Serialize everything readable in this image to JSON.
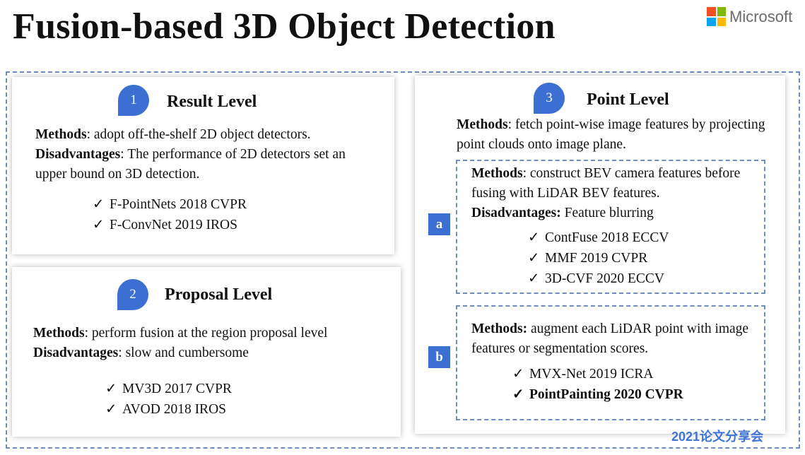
{
  "title": "Fusion-based 3D Object Detection",
  "logo": {
    "text": "Microsoft",
    "colors": [
      "#f25022",
      "#7fba00",
      "#00a4ef",
      "#ffb900"
    ]
  },
  "accent_color": "#3b6fd2",
  "sections": [
    {
      "number": "1",
      "heading": "Result Level",
      "methods_label": "Methods",
      "methods_text": ": adopt off-the-shelf 2D object detectors.",
      "disadv_label": "Disadvantages",
      "disadv_text": ": The performance of 2D detectors set an upper bound on 3D detection.",
      "refs": [
        "F-PointNets 2018 CVPR",
        "F-ConvNet 2019 IROS"
      ]
    },
    {
      "number": "2",
      "heading": "Proposal Level",
      "methods_label": "Methods",
      "methods_text": ": perform fusion at the region proposal level",
      "disadv_label": "Disadvantages",
      "disadv_text": ": slow and cumbersome",
      "refs": [
        "MV3D 2017 CVPR",
        "AVOD 2018 IROS"
      ]
    },
    {
      "number": "3",
      "heading": "Point Level",
      "methods_label": "Methods",
      "methods_text": ": fetch point-wise image features by projecting point clouds onto image plane.",
      "subs": [
        {
          "tag": "a",
          "methods_label": "Methods",
          "methods_text": ": construct BEV camera features before fusing with LiDAR BEV features.",
          "disadv_label": "Disadvantages:",
          "disadv_text": " Feature blurring",
          "refs": [
            "ContFuse 2018 ECCV",
            "MMF 2019 CVPR",
            "3D-CVF 2020 ECCV"
          ]
        },
        {
          "tag": "b",
          "methods_label": "Methods:",
          "methods_text": " augment each LiDAR point with image features or segmentation scores.",
          "refs": [
            "MVX-Net 2019 ICRA",
            "PointPainting 2020 CVPR"
          ]
        }
      ]
    }
  ],
  "check_mark": "✓",
  "watermark": "2021论文分享会"
}
